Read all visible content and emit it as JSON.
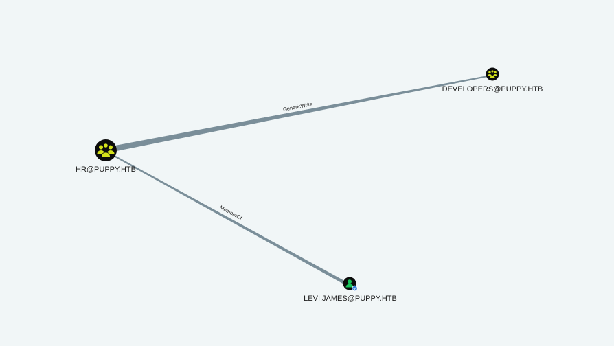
{
  "graph": {
    "background": "#f1f6f7",
    "edge_color": "#7a8e99",
    "nodes": [
      {
        "id": "hr",
        "label": "HR@PUPPY.HTB",
        "type": "group",
        "icon": "users-group-icon",
        "icon_color": "#d4e11a",
        "fill": "#0c0c0c"
      },
      {
        "id": "developers",
        "label": "DEVELOPERS@PUPPY.HTB",
        "type": "group",
        "icon": "users-group-icon",
        "icon_color": "#d4e11a",
        "fill": "#0c0c0c"
      },
      {
        "id": "levi",
        "label": "LEVI.JAMES@PUPPY.HTB",
        "type": "user",
        "icon": "user-icon",
        "icon_color": "#17c45a",
        "fill": "#0c0c0c",
        "badge": "owned-badge-icon",
        "badge_color": "#2f7fd6"
      }
    ],
    "edges": [
      {
        "id": "e1",
        "source": "hr",
        "target": "developers",
        "label": "GenericWrite"
      },
      {
        "id": "e2",
        "source": "levi",
        "target": "hr",
        "label": "MemberOf"
      }
    ]
  }
}
